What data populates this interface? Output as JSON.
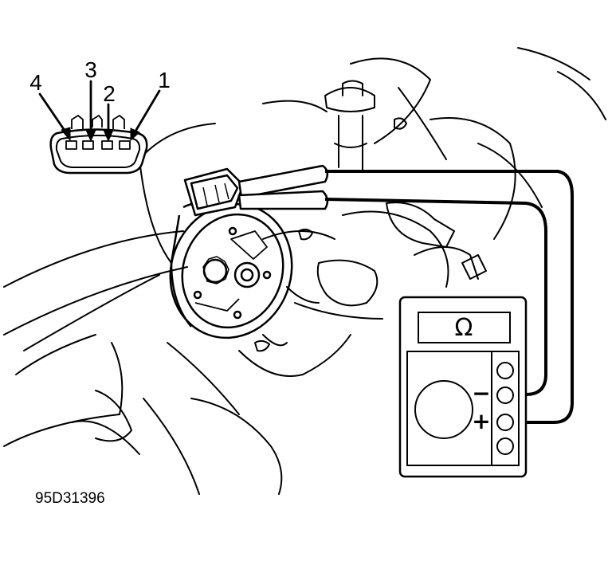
{
  "connector": {
    "pins": [
      {
        "label": "4"
      },
      {
        "label": "3"
      },
      {
        "label": "2"
      },
      {
        "label": "1"
      }
    ]
  },
  "multimeter": {
    "display": "Ω",
    "negative_terminal": "−",
    "positive_terminal": "+"
  },
  "figure_ref": "95D31396"
}
